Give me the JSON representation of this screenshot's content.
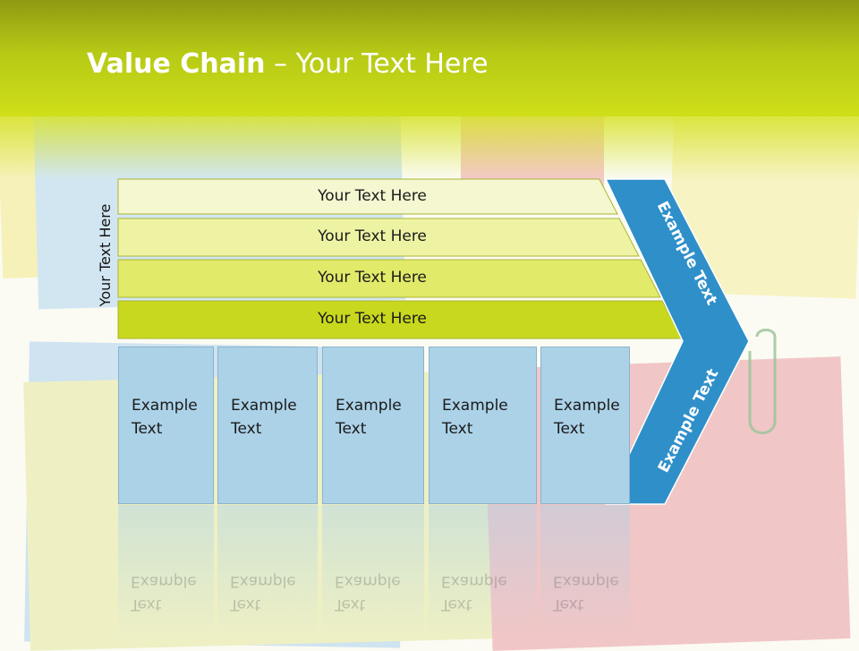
{
  "slide": {
    "title_bold": "Value Chain",
    "title_rest": " – Your Text Here",
    "vertical_label": "Your Text Here"
  },
  "support_bands": [
    {
      "label": "Your Text Here",
      "color": "#f4f7d0"
    },
    {
      "label": "Your Text Here",
      "color": "#eef3a4"
    },
    {
      "label": "Your Text Here",
      "color": "#e2ea6a"
    },
    {
      "label": "Your Text Here",
      "color": "#c8d81e"
    }
  ],
  "primary_boxes": [
    {
      "line1": "Example",
      "line2": "Text"
    },
    {
      "line1": "Example",
      "line2": "Text"
    },
    {
      "line1": "Example",
      "line2": "Text"
    },
    {
      "line1": "Example",
      "line2": "Text"
    },
    {
      "line1": "Example",
      "line2": "Text"
    }
  ],
  "chevron": {
    "upper_text": "Example Text",
    "lower_text": "Example Text",
    "color": "#2f8fc9"
  },
  "colors": {
    "header": "#c6d81b",
    "box": "#acd2e8",
    "note_pink": "#f3c7c7",
    "note_blue": "#c6dff0",
    "note_yellow": "#f5f0b0"
  }
}
